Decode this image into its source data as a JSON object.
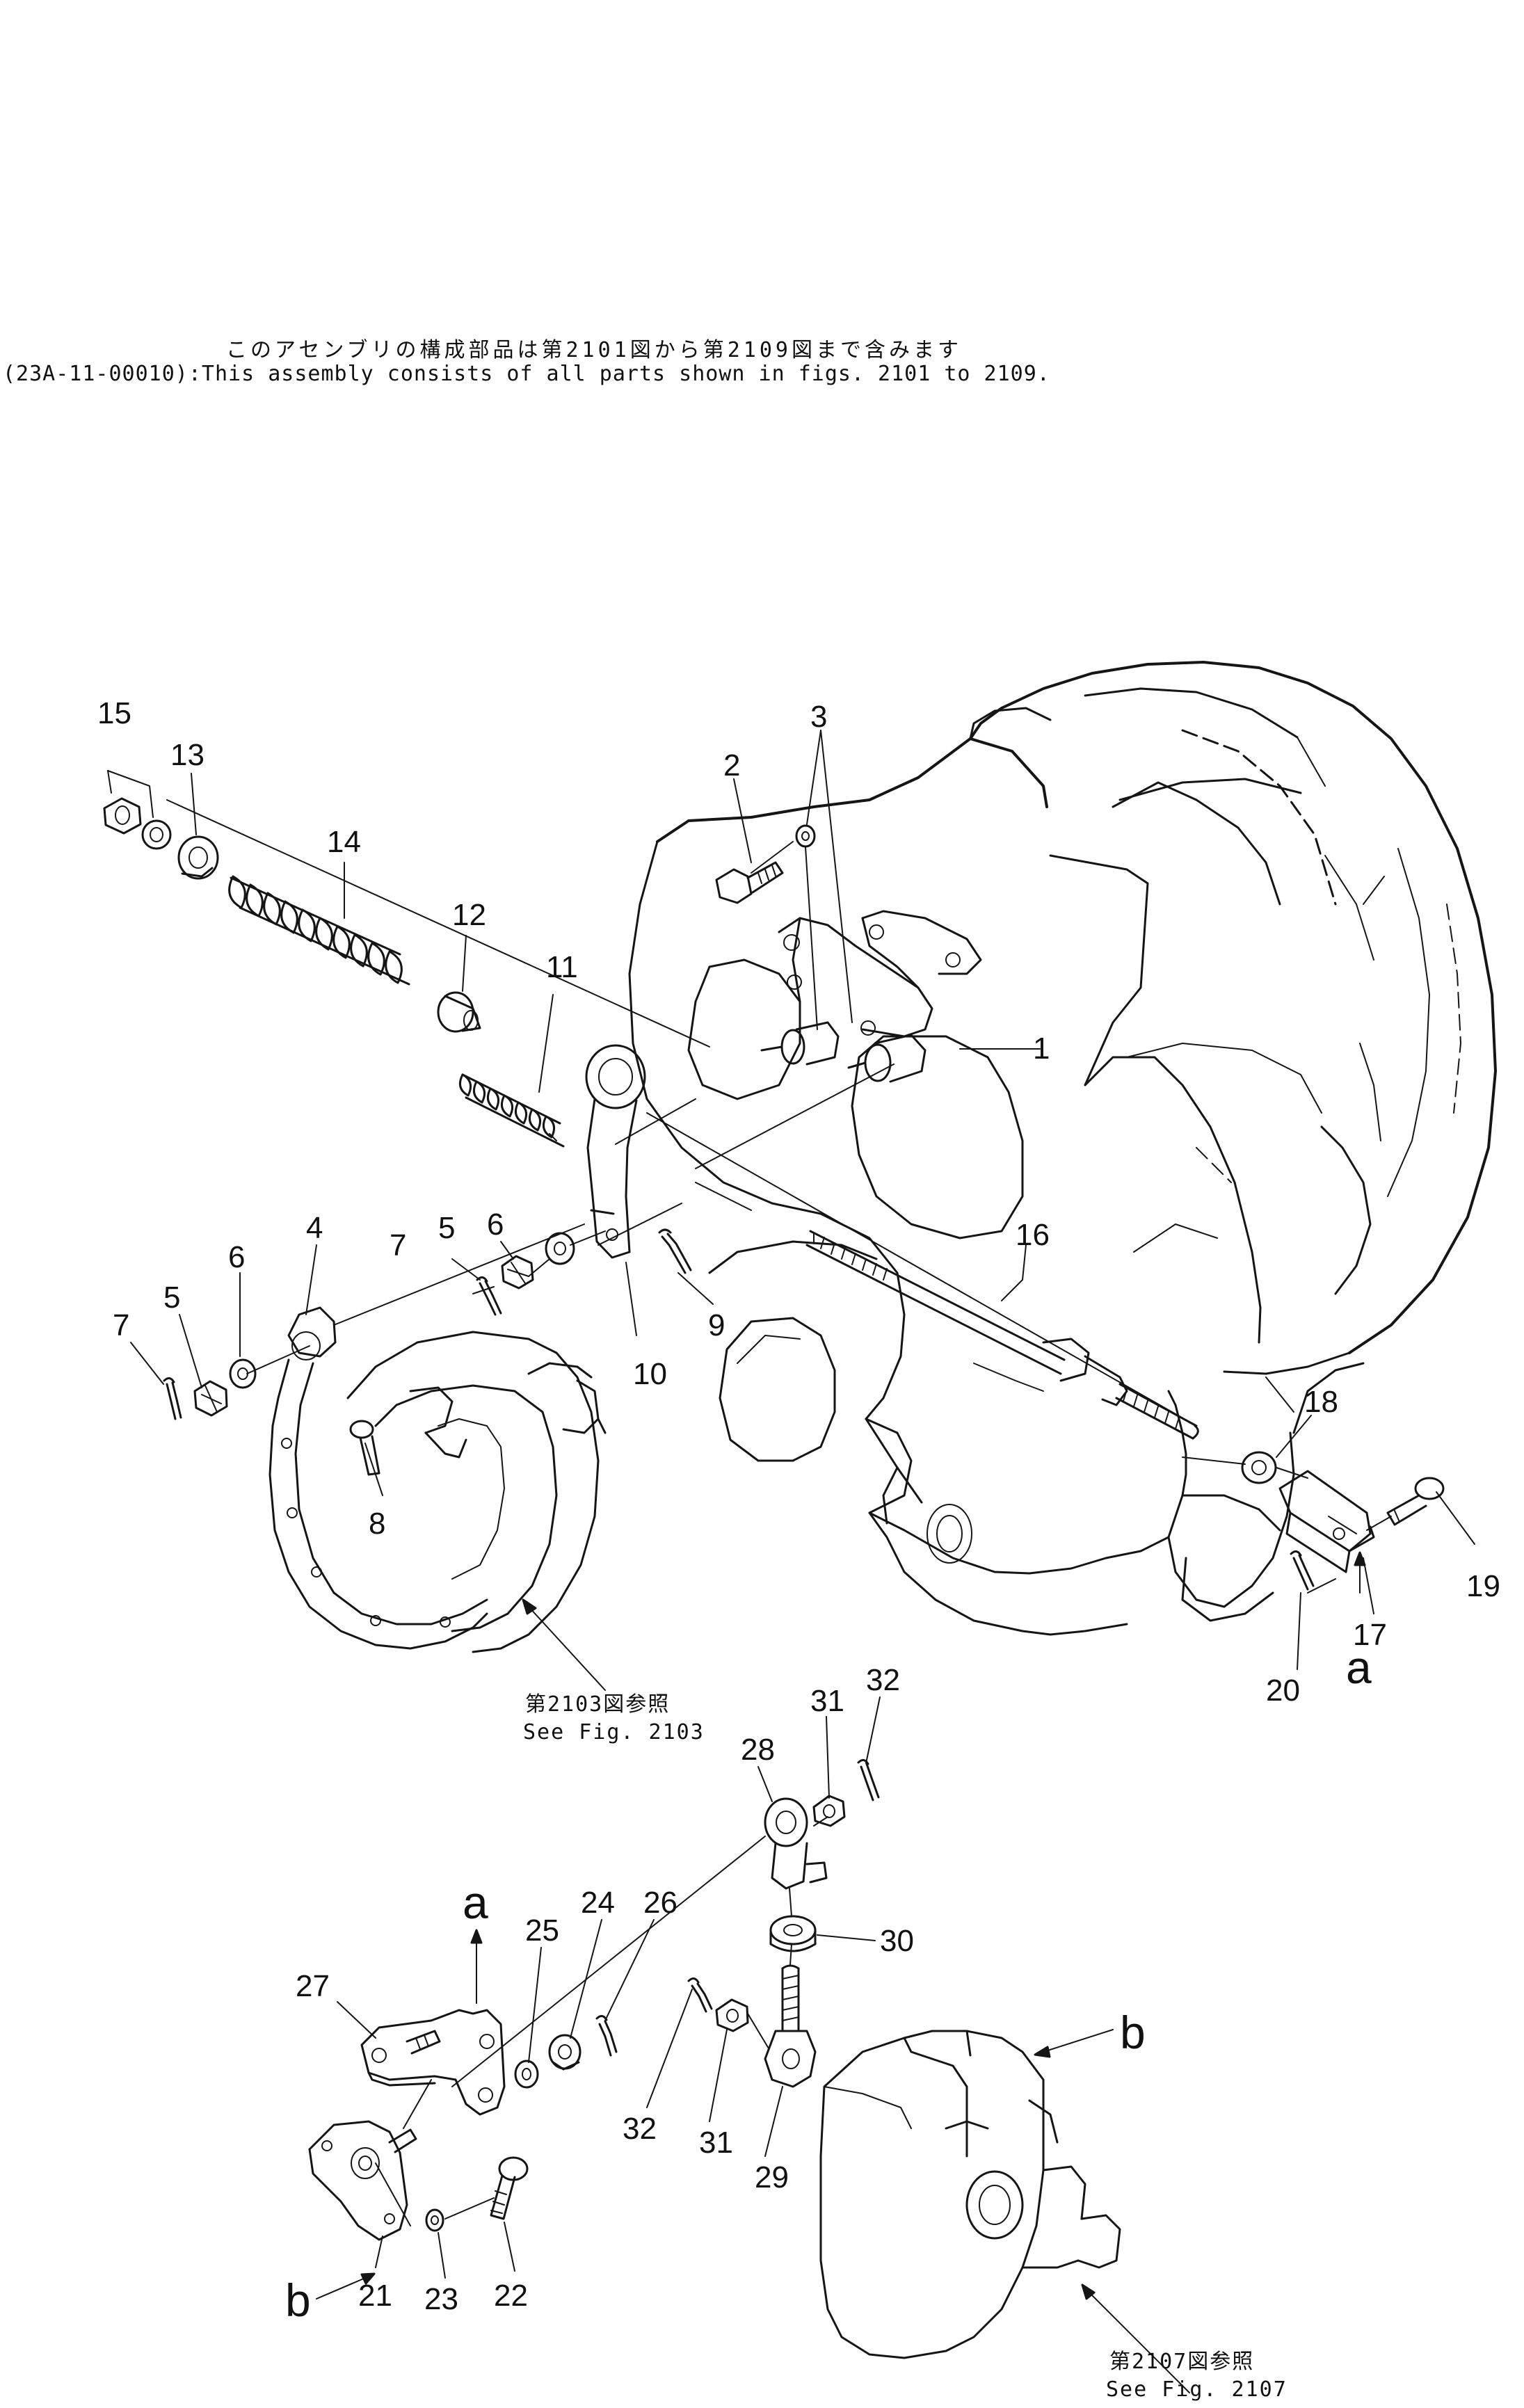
{
  "header": {
    "jp_note": "このアセンブリの構成部品は第2101図から第2109図まで含みます",
    "en_note": "(23A-11-00010):This assembly consists of all parts shown in figs. 2101 to 2109."
  },
  "callouts": [
    "1",
    "2",
    "3",
    "4",
    "5",
    "5",
    "6",
    "6",
    "7",
    "7",
    "8",
    "9",
    "10",
    "11",
    "12",
    "13",
    "14",
    "15",
    "16",
    "17",
    "18",
    "19",
    "20",
    "21",
    "22",
    "23",
    "24",
    "25",
    "26",
    "27",
    "28",
    "29",
    "30",
    "31",
    "31",
    "32",
    "32"
  ],
  "connectors": [
    "a",
    "a",
    "b",
    "b"
  ],
  "references": [
    {
      "jp": "第2103図参照",
      "en": "See Fig. 2103"
    },
    {
      "jp": "第2107図参照",
      "en": "See Fig. 2107"
    }
  ]
}
